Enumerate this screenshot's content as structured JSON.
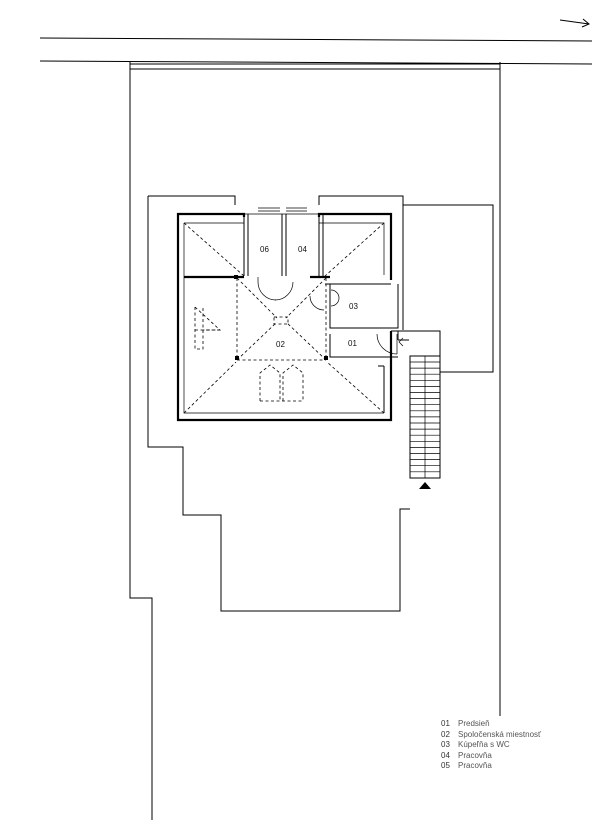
{
  "rooms": [
    {
      "id": "01",
      "label": "01"
    },
    {
      "id": "02",
      "label": "02"
    },
    {
      "id": "03",
      "label": "03"
    },
    {
      "id": "04",
      "label": "04"
    },
    {
      "id": "06",
      "label": "06"
    }
  ],
  "legend": [
    {
      "num": "01",
      "text": "Predsieň"
    },
    {
      "num": "02",
      "text": "Spoločenská miestnosť"
    },
    {
      "num": "03",
      "text": "Kúpeľňa s WC"
    },
    {
      "num": "04",
      "text": "Pracovňa"
    },
    {
      "num": "05",
      "text": "Pracovňa"
    }
  ],
  "icons": {
    "north_arrow": "arrow-right-icon",
    "entrance": "triangle-up-icon"
  }
}
